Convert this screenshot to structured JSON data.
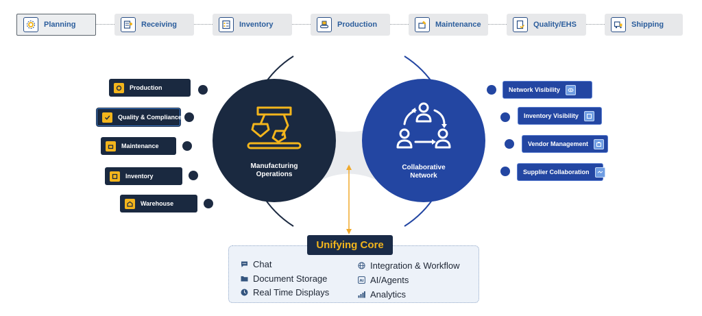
{
  "process_steps": [
    {
      "label": "Planning",
      "icon": "gear-icon"
    },
    {
      "label": "Receiving",
      "icon": "clipboard-person-icon"
    },
    {
      "label": "Inventory",
      "icon": "checklist-icon"
    },
    {
      "label": "Production",
      "icon": "conveyor-icon"
    },
    {
      "label": "Maintenance",
      "icon": "wrench-icon"
    },
    {
      "label": "Quality/EHS",
      "icon": "document-check-icon"
    },
    {
      "label": "Shipping",
      "icon": "truck-icon"
    }
  ],
  "manufacturing": {
    "title_line1": "Manufacturing",
    "title_line2": "Operations",
    "color": "#1a2940",
    "items": [
      {
        "label": "Production"
      },
      {
        "label": "Quality & Compliance"
      },
      {
        "label": "Maintenance"
      },
      {
        "label": "Inventory"
      },
      {
        "label": "Warehouse"
      }
    ]
  },
  "collaborative": {
    "title_line1": "Collaborative",
    "title_line2": "Network",
    "color": "#2346a2",
    "items": [
      {
        "label": "Network Visibility"
      },
      {
        "label": "Inventory Visibility"
      },
      {
        "label": "Vendor Management"
      },
      {
        "label": "Supplier Collaboration"
      }
    ]
  },
  "core": {
    "title": "Unifying Core",
    "accent": "#f3b51c",
    "features_left": [
      {
        "label": "Chat",
        "icon": "chat-bubble-icon"
      },
      {
        "label": "Document Storage",
        "icon": "folder-icon"
      },
      {
        "label": "Real Time Displays",
        "icon": "clock-icon"
      }
    ],
    "features_right": [
      {
        "label": "Integration & Workflow",
        "icon": "globe-icon"
      },
      {
        "label": "AI/Agents",
        "icon": "ai-icon"
      },
      {
        "label": "Analytics",
        "icon": "bar-chart-icon"
      }
    ]
  }
}
